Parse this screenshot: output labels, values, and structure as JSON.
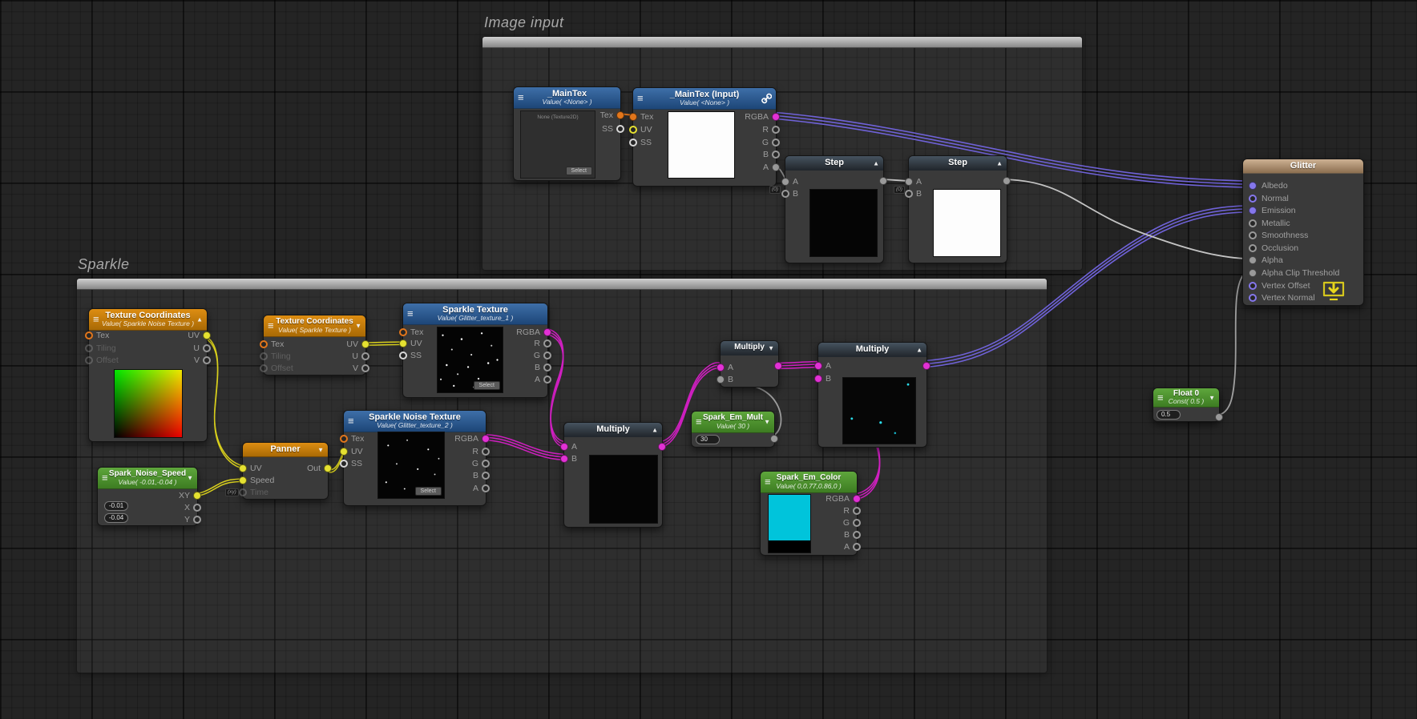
{
  "groups": {
    "image_input": {
      "label": "Image input"
    },
    "sparkle": {
      "label": "Sparkle"
    }
  },
  "nodes": {
    "main_tex": {
      "title": "_MainTex",
      "subtitle": "Value( <None> )",
      "slot_label": "None (Texture2D)",
      "select_label": "Select",
      "ports": {
        "tex": "Tex",
        "ss": "SS"
      }
    },
    "maintex_input": {
      "title": "_MainTex (Input)",
      "subtitle": "Value( <None> )",
      "ports": {
        "tex": "Tex",
        "uv": "UV",
        "ss": "SS",
        "rgba": "RGBA",
        "r": "R",
        "g": "G",
        "b": "B",
        "a": "A"
      }
    },
    "step1": {
      "title": "Step",
      "ports": {
        "a": "A",
        "b": "B"
      }
    },
    "step2": {
      "title": "Step",
      "ports": {
        "a": "A",
        "b": "B"
      }
    },
    "glitter": {
      "title": "Glitter",
      "ports": [
        "Albedo",
        "Normal",
        "Emission",
        "Metallic",
        "Smoothness",
        "Occlusion",
        "Alpha",
        "Alpha Clip Threshold",
        "Vertex Offset",
        "Vertex Normal"
      ]
    },
    "texcoord1": {
      "title": "Texture Coordinates",
      "subtitle": "Value( Sparkle Noise Texture )",
      "ports": {
        "tex": "Tex",
        "tiling": "Tiling",
        "offset": "Offset",
        "uv": "UV",
        "u": "U",
        "v": "V"
      }
    },
    "texcoord2": {
      "title": "Texture Coordinates",
      "subtitle": "Value( Sparkle Texture )",
      "ports": {
        "tex": "Tex",
        "tiling": "Tiling",
        "offset": "Offset",
        "uv": "UV",
        "u": "U",
        "v": "V"
      }
    },
    "sparkle_texture": {
      "title": "Sparkle Texture",
      "subtitle": "Value( Glitter_texture_1 )",
      "select_label": "Select",
      "ports": {
        "tex": "Tex",
        "uv": "UV",
        "ss": "SS",
        "rgba": "RGBA",
        "r": "R",
        "g": "G",
        "b": "B",
        "a": "A"
      }
    },
    "sparkle_noise_texture": {
      "title": "Sparkle Noise Texture",
      "subtitle": "Value( Glitter_texture_2 )",
      "select_label": "Select",
      "ports": {
        "tex": "Tex",
        "uv": "UV",
        "ss": "SS",
        "rgba": "RGBA",
        "r": "R",
        "g": "G",
        "b": "B",
        "a": "A"
      }
    },
    "panner": {
      "title": "Panner",
      "ports": {
        "uv": "UV",
        "speed": "Speed",
        "time": "Time",
        "out": "Out"
      }
    },
    "spark_noise_speed": {
      "title": "Spark_Noise_Speed",
      "subtitle": "Value( -0.01,-0.04 )",
      "field_x": "-0.01",
      "field_y": "-0.04",
      "ports": {
        "xy": "XY",
        "x": "X",
        "y": "Y"
      }
    },
    "multiply1": {
      "title": "Multiply",
      "ports": {
        "a": "A",
        "b": "B"
      }
    },
    "multiply2": {
      "title": "Multiply",
      "ports": {
        "a": "A",
        "b": "B"
      }
    },
    "multiply3": {
      "title": "Multiply",
      "ports": {
        "a": "A",
        "b": "B"
      }
    },
    "spark_em_mult": {
      "title": "Spark_Em_Mult",
      "subtitle": "Value( 30 )",
      "field": "30"
    },
    "spark_em_color": {
      "title": "Spark_Em_Color",
      "subtitle": "Value( 0,0.77,0.86,0 )",
      "ports": {
        "rgba": "RGBA",
        "r": "R",
        "g": "G",
        "b": "B",
        "a": "A"
      }
    },
    "float0": {
      "title": "Float 0",
      "subtitle": "Const( 0.5 )",
      "field": "0.5"
    }
  },
  "badges": {
    "step1_b": "(0)",
    "step2_b": "(0)",
    "panner": "(xy)"
  },
  "colors": {
    "wire_yellow": "#d8cf1d",
    "wire_orange": "#e2761b",
    "wire_pink": "#cf1fc0",
    "wire_purple": "#6f62d8",
    "wire_gray": "#9e9e9e",
    "wire_light": "#c4c4c4",
    "header_blue": "#2d5f9a",
    "header_orange": "#c07800",
    "header_green": "#4e8f3a",
    "header_tan": "#b49877",
    "header_dark": "#39434e",
    "emission_color": "#00c4db",
    "canvas": "#242424"
  }
}
